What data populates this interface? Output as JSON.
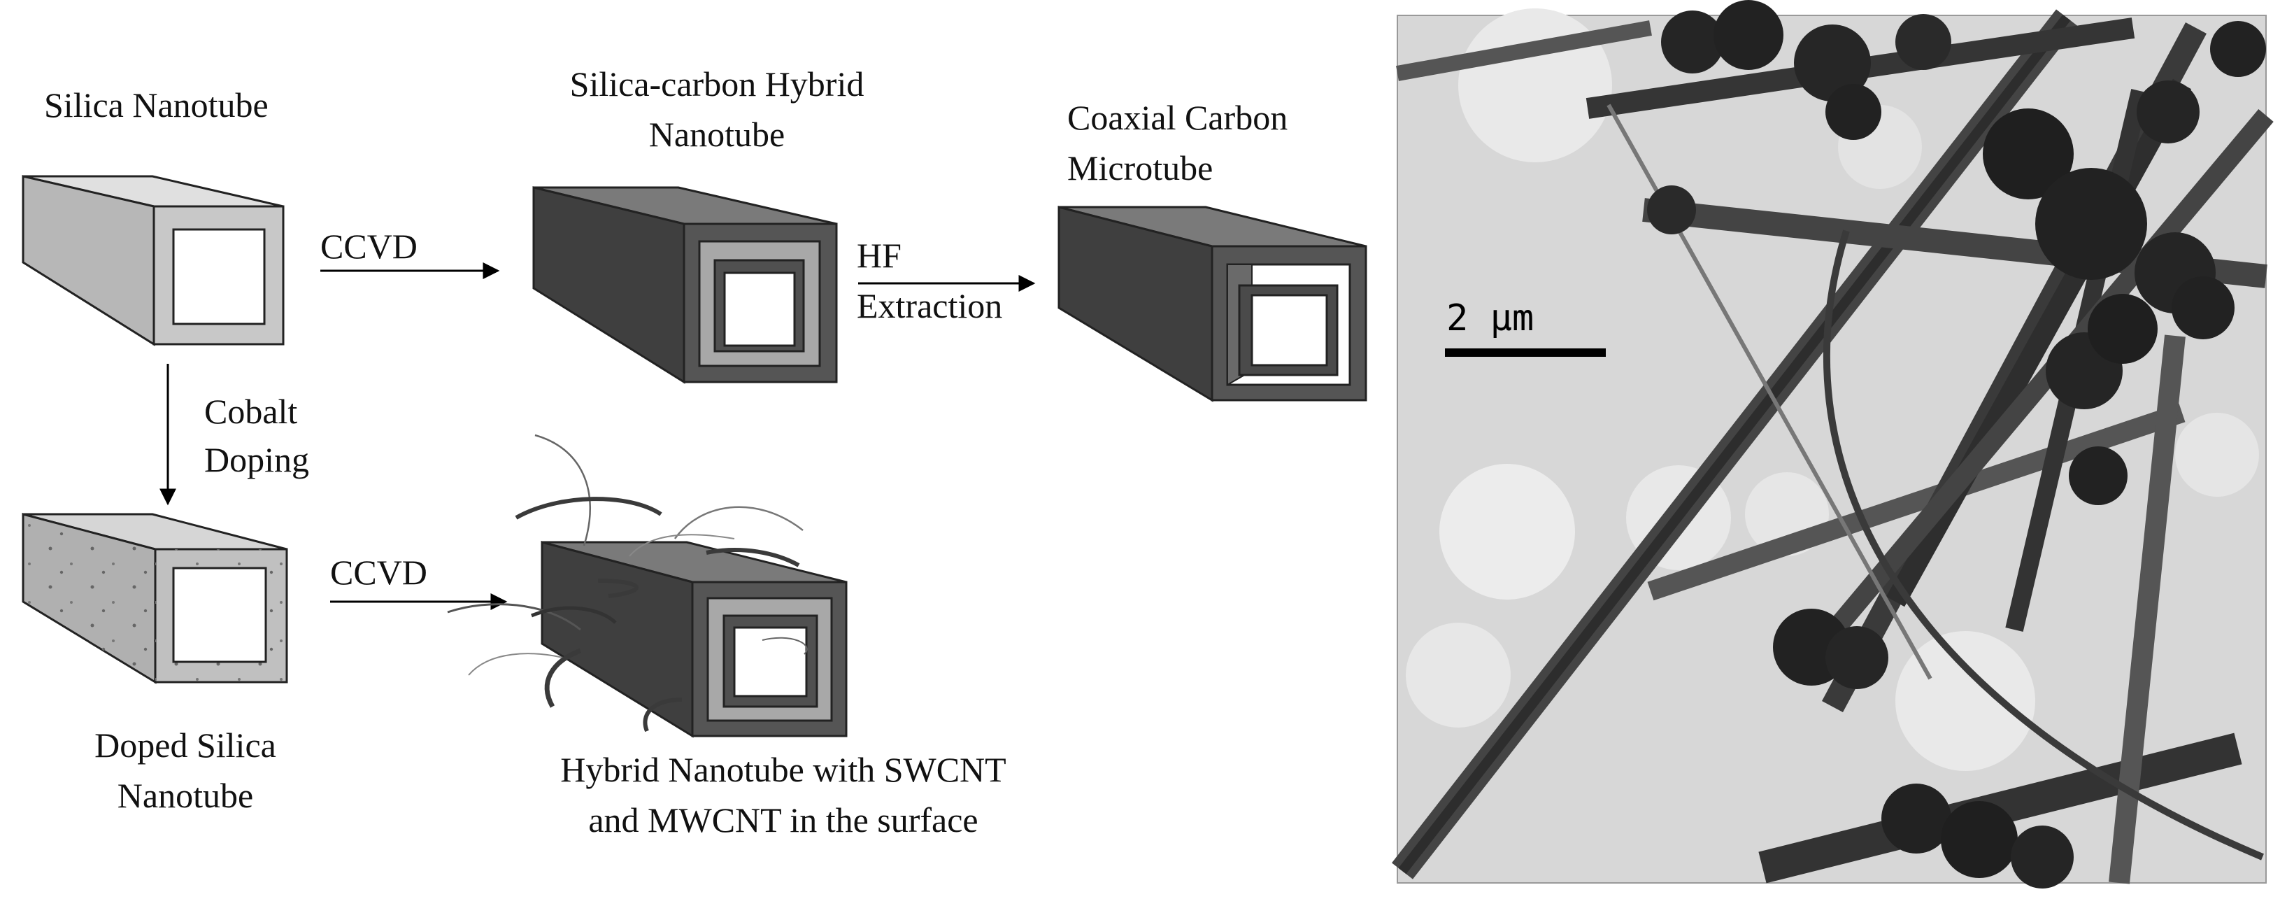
{
  "diagram": {
    "silica_nanotube": "Silica Nanotube",
    "hybrid_title_line1": "Silica-carbon Hybrid",
    "hybrid_title_line2": "Nanotube",
    "coaxial_line1": "Coaxial Carbon",
    "coaxial_line2": "Microtube",
    "ccvd_top": "CCVD",
    "hf_line1": "HF",
    "hf_line2": "Extraction",
    "cobalt_line1": "Cobalt",
    "cobalt_line2": "Doping",
    "ccvd_bottom": "CCVD",
    "doped_line1": "Doped Silica",
    "doped_line2": "Nanotube",
    "hybrid_caption_line1": "Hybrid Nanotube with SWCNT",
    "hybrid_caption_line2": "and MWCNT in the surface"
  },
  "micrograph": {
    "scale_label": "2 μm"
  },
  "colors": {
    "silica": "#c8c8c8",
    "carbon": "#5a5a5a",
    "inner_silica": "#a8a8a8",
    "micrograph_bg": "#d7d7d7",
    "tube_dark": "#303030"
  }
}
